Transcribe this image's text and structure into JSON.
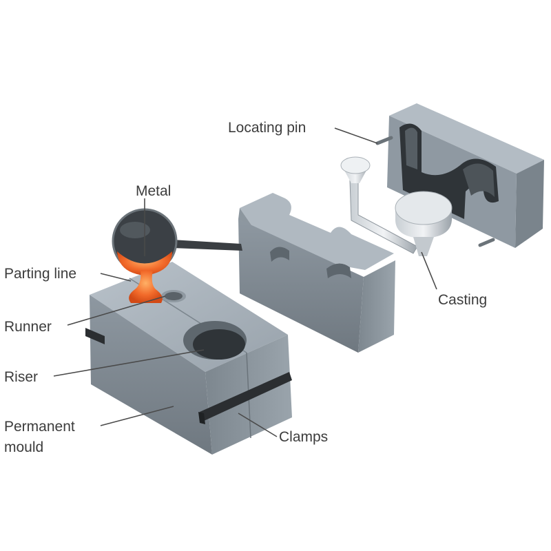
{
  "labels": {
    "locating_pin": "Locating pin",
    "metal": "Metal",
    "parting_line": "Parting line",
    "runner": "Runner",
    "riser": "Riser",
    "permanent_mould_1": "Permanent",
    "permanent_mould_2": "mould",
    "clamps": "Clamps",
    "casting": "Casting"
  },
  "colors": {
    "steel_light": "#aab4bd",
    "steel_mid": "#8a949d",
    "steel_dark": "#5f686f",
    "cavity": "#2f3438",
    "molten_metal": "#f26a2a",
    "clamp": "#2b2e31",
    "label_text": "#3c3c3c"
  }
}
